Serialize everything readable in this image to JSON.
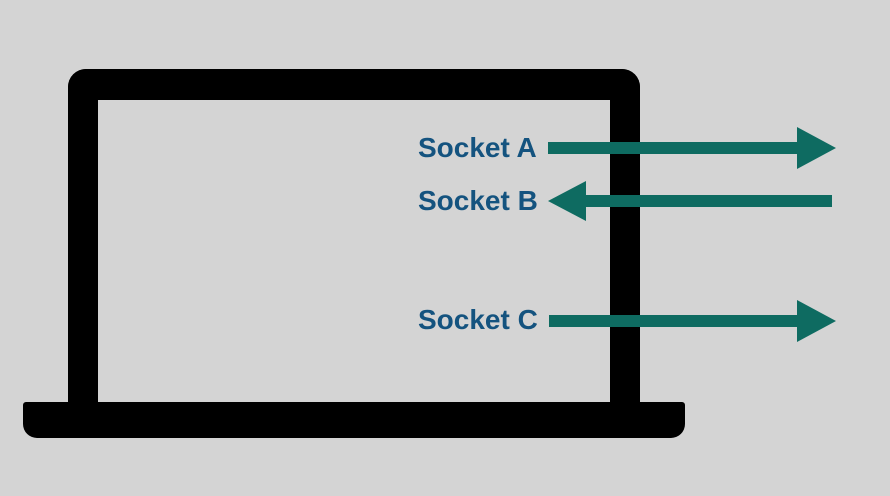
{
  "colors": {
    "background": "#d4d4d4",
    "laptop": "#000000",
    "arrow": "#0e6b61",
    "label": "#14537f"
  },
  "sockets": [
    {
      "label": "Socket A",
      "direction": "outbound"
    },
    {
      "label": "Socket B",
      "direction": "inbound"
    },
    {
      "label": "Socket C",
      "direction": "outbound"
    }
  ]
}
